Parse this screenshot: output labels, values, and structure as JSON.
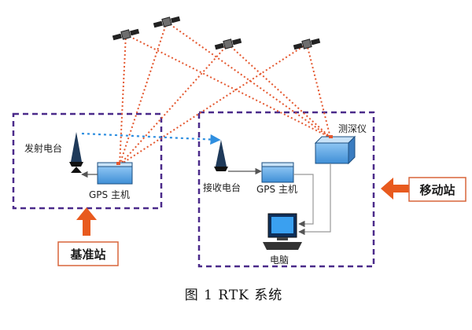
{
  "labels": {
    "base_transmitter": "发射电台",
    "base_gps_host": "GPS 主机",
    "rover_receiver": "接收电台",
    "rover_gps_host": "GPS 主机",
    "sounder": "测深仪",
    "computer": "电脑"
  },
  "callouts": {
    "base_station": "基准站",
    "rover_station": "移动站"
  },
  "caption": "图 1   RTK 系统",
  "icons": {
    "satellite": "satellite-icon",
    "antenna": "radio-antenna-icon",
    "gps_host": "gps-receiver-box-icon",
    "sounder": "echo-sounder-icon",
    "computer": "computer-monitor-icon",
    "arrow": "orange-arrow-icon"
  },
  "colors": {
    "station_border": "#4b2a8a",
    "signal_line": "#e4572e",
    "radio_link": "#2f8fe0",
    "device_fill": "#5aa6e6",
    "callout_border": "#d9653a",
    "arrow": "#e85a1e",
    "wire": "#999999"
  }
}
